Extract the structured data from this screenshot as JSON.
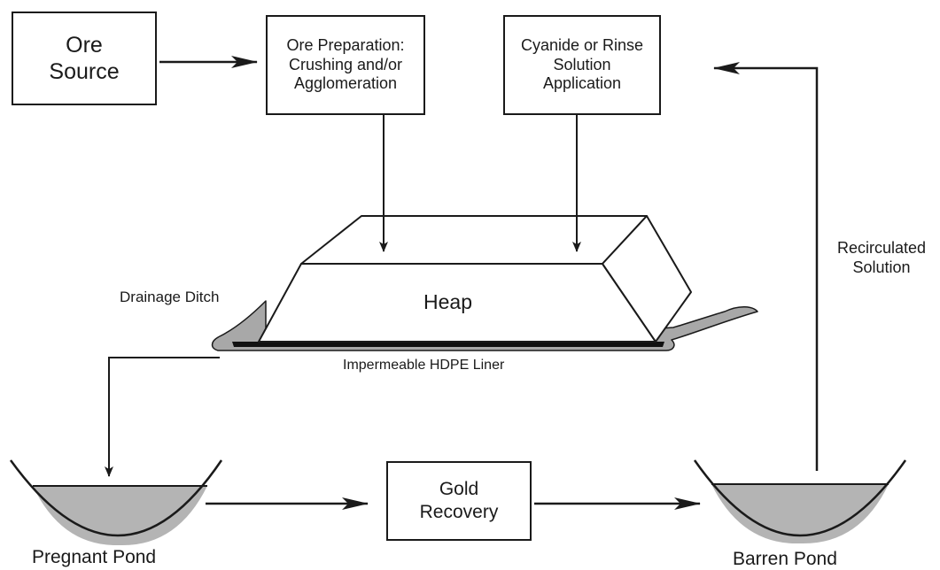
{
  "boxes": {
    "ore_source": "Ore\nSource",
    "ore_preparation": "Ore Preparation:\nCrushing and/or\nAgglomeration",
    "solution_application": "Cyanide or Rinse\nSolution\nApplication",
    "gold_recovery": "Gold\nRecovery"
  },
  "labels": {
    "heap": "Heap",
    "drainage_ditch": "Drainage Ditch",
    "liner": "Impermeable HDPE Liner",
    "recirculated_solution": "Recirculated\nSolution",
    "pregnant_pond": "Pregnant Pond",
    "barren_pond": "Barren Pond"
  },
  "colors": {
    "stroke": "#1a1a1a",
    "pond_fill": "#b4b4b4",
    "ditch_fill": "#a8a8a8",
    "liner": "#111111"
  }
}
